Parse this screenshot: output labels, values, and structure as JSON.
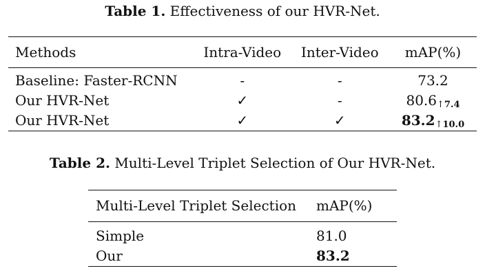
{
  "table1": {
    "caption_label": "Table 1.",
    "caption_text": "Effectiveness of our HVR-Net.",
    "headers": {
      "methods": "Methods",
      "intra": "Intra-Video",
      "inter": "Inter-Video",
      "map": "mAP(%)"
    },
    "rows": [
      {
        "method": "Baseline: Faster-RCNN",
        "intra": "-",
        "inter": "-",
        "map": "73.2",
        "gain_arrow": "",
        "gain": ""
      },
      {
        "method": "Our HVR-Net",
        "intra": "✓",
        "inter": "-",
        "map": "80.6",
        "gain_arrow": "↑",
        "gain": "7.4"
      },
      {
        "method": "Our HVR-Net",
        "intra": "✓",
        "inter": "✓",
        "map": "83.2",
        "gain_arrow": "↑",
        "gain": "10.0"
      }
    ]
  },
  "table2": {
    "caption_label": "Table 2.",
    "caption_text": "Multi-Level Triplet Selection of Our HVR-Net.",
    "headers": {
      "selection": "Multi-Level Triplet Selection",
      "map": "mAP(%)"
    },
    "rows": [
      {
        "selection": "Simple",
        "map": "81.0"
      },
      {
        "selection": "Our",
        "map": "83.2"
      }
    ]
  }
}
